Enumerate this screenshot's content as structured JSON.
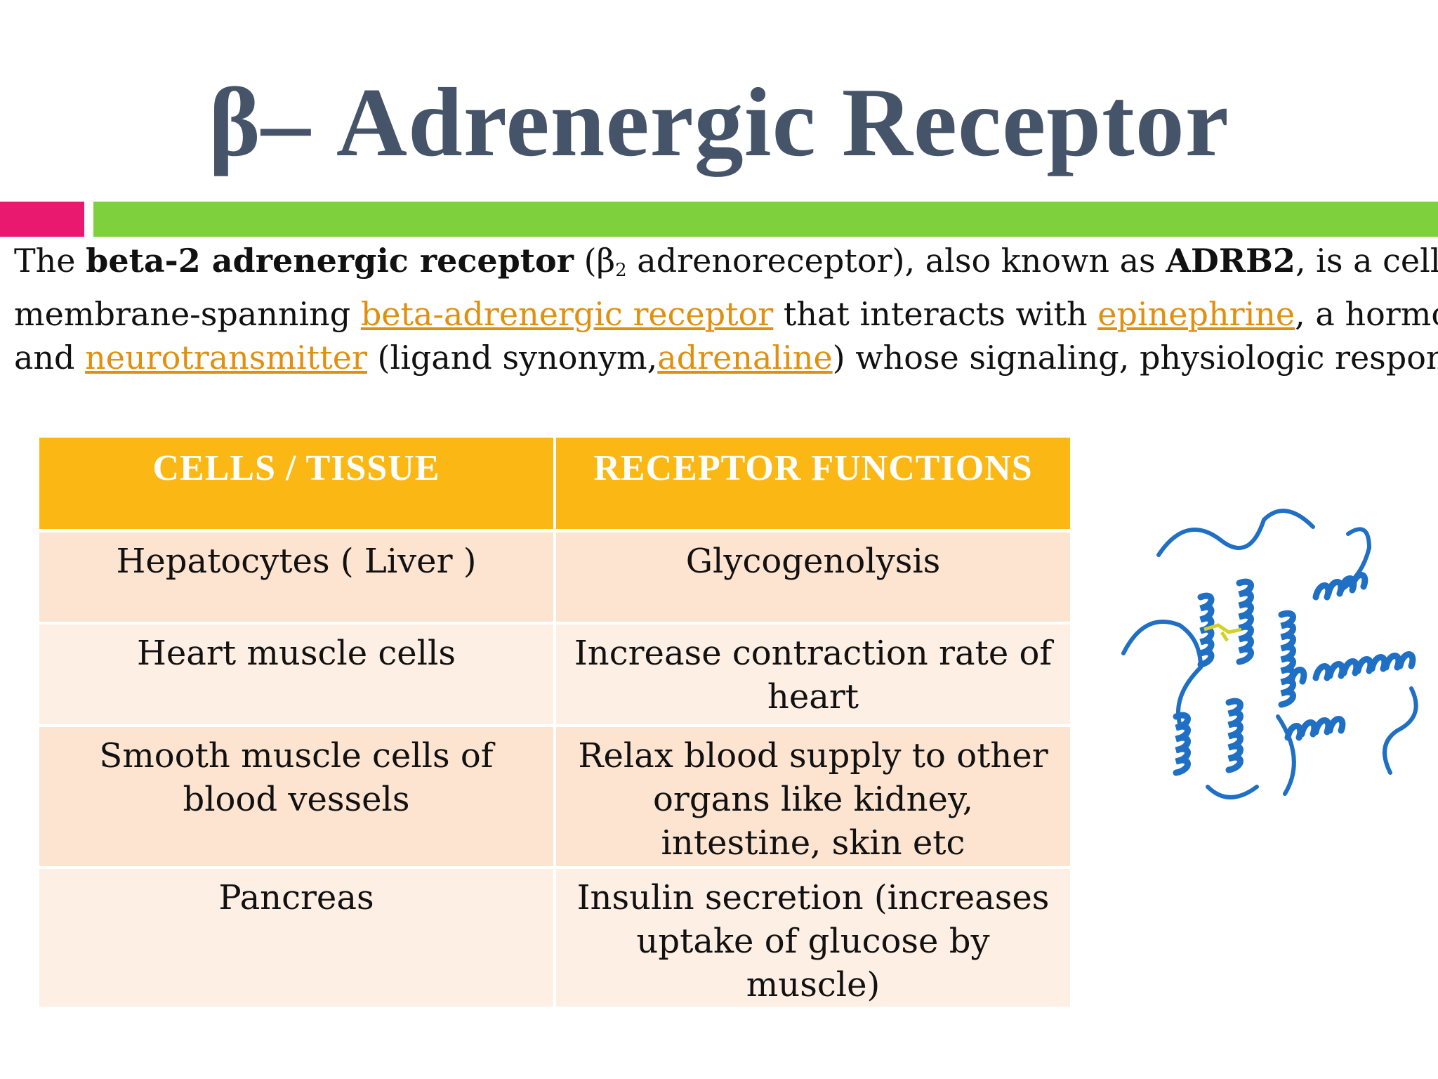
{
  "slide": {
    "title": "β– Adrenergic Receptor"
  },
  "intro": {
    "line1": {
      "t1": "The ",
      "b1": "beta-2 adrenergic receptor",
      "t2": " (β",
      "sub": "2",
      "t3": " adrenoreceptor), also known as ",
      "b2": "ADRB2",
      "t4": ", is a cell"
    },
    "line2": {
      "t1": "membrane-spanning ",
      "link1": "beta-adrenergic receptor",
      "t2": " that interacts with ",
      "link2": "epinephrine",
      "t3": ", a hormone"
    },
    "line3": {
      "t1": "and ",
      "link1": "neurotransmitter",
      "t2": " (ligand synonym,",
      "link2": "adrenaline",
      "t3": ") whose signaling, physiologic responses"
    }
  },
  "table": {
    "headers": [
      "CELLS / TISSUE",
      "RECEPTOR  FUNCTIONS"
    ],
    "rows": [
      [
        "Hepatocytes  ( Liver )",
        "Glycogenolysis"
      ],
      [
        "Heart muscle cells",
        "Increase contraction rate of heart"
      ],
      [
        "Smooth muscle cells of blood vessels",
        "Relax blood supply to other organs like kidney, intestine, skin etc"
      ],
      [
        "Pancreas",
        "Insulin secretion (increases uptake of glucose by muscle)"
      ]
    ]
  },
  "colors": {
    "title": "#46546a",
    "accent_pink": "#e8196f",
    "accent_green": "#7ed13c",
    "table_header": "#fbb814",
    "link": "#e0900f",
    "protein": "#1f6fc4"
  },
  "image": {
    "icon": "protein-structure-icon"
  }
}
